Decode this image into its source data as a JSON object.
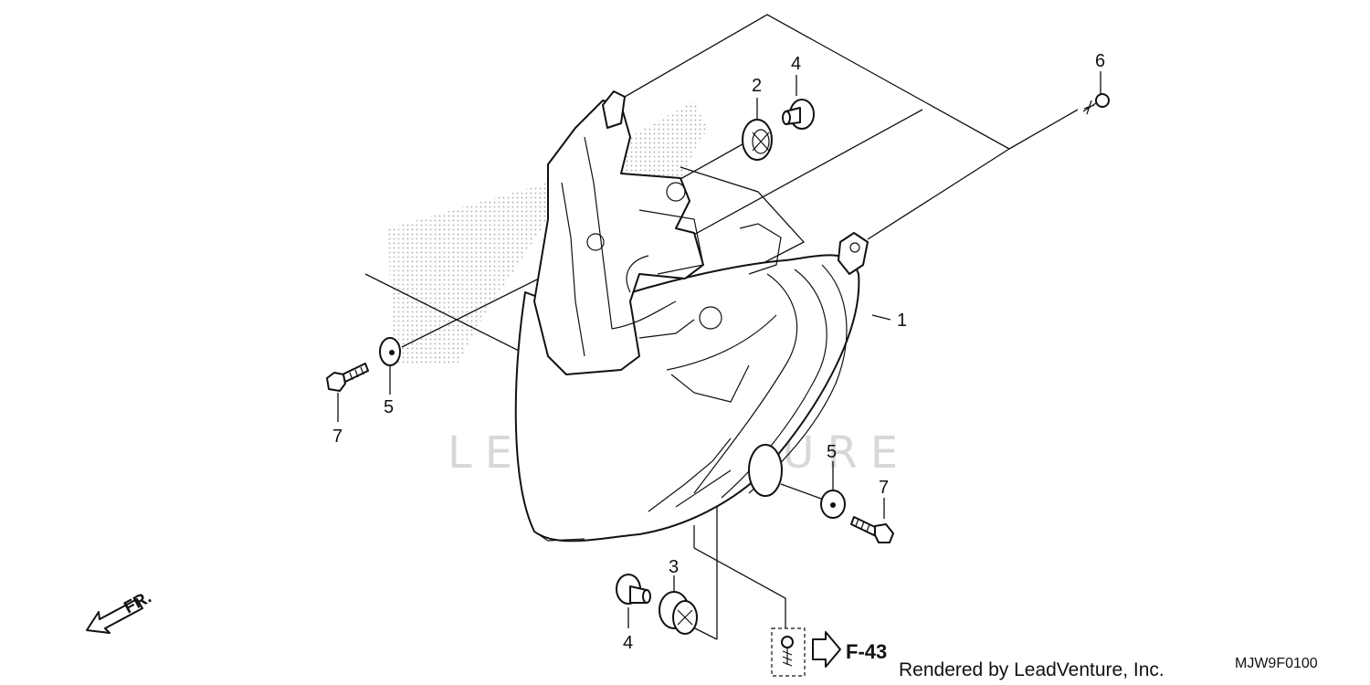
{
  "diagram": {
    "callouts": {
      "c1": "1",
      "c2": "2",
      "c3": "3",
      "c4_top": "4",
      "c4_bottom": "4",
      "c5_left": "5",
      "c5_right": "5",
      "c6": "6",
      "c7_left": "7",
      "c7_right": "7"
    },
    "front_arrow_label": "FR.",
    "reference_label": "F-43",
    "credit": "Rendered by LeadVenture, Inc.",
    "diagram_code": "MJW9F0100",
    "watermark": "LEADVENTURE"
  }
}
